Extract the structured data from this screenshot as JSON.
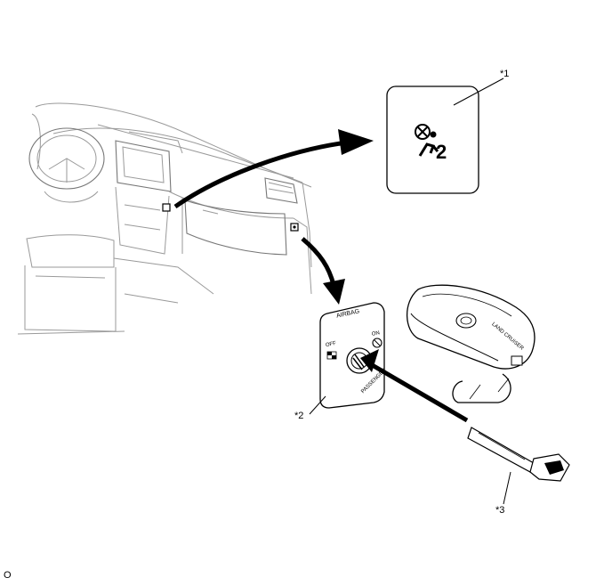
{
  "callouts": {
    "c1": "*1",
    "c2": "*2",
    "c3": "*3"
  },
  "figure_id": "O",
  "panel": {
    "airbag_label": "AIRBAG",
    "passenger_label": "PASSENGER",
    "off_label": "OFF",
    "on_label": "ON"
  },
  "key": {
    "brand_text": "LAND CRUISER"
  },
  "indicator": {
    "icon": "airbag-off-passenger-icon",
    "number": "2"
  },
  "colors": {
    "line": "#000000",
    "ghost": "#9a9a9a",
    "background": "#ffffff"
  }
}
